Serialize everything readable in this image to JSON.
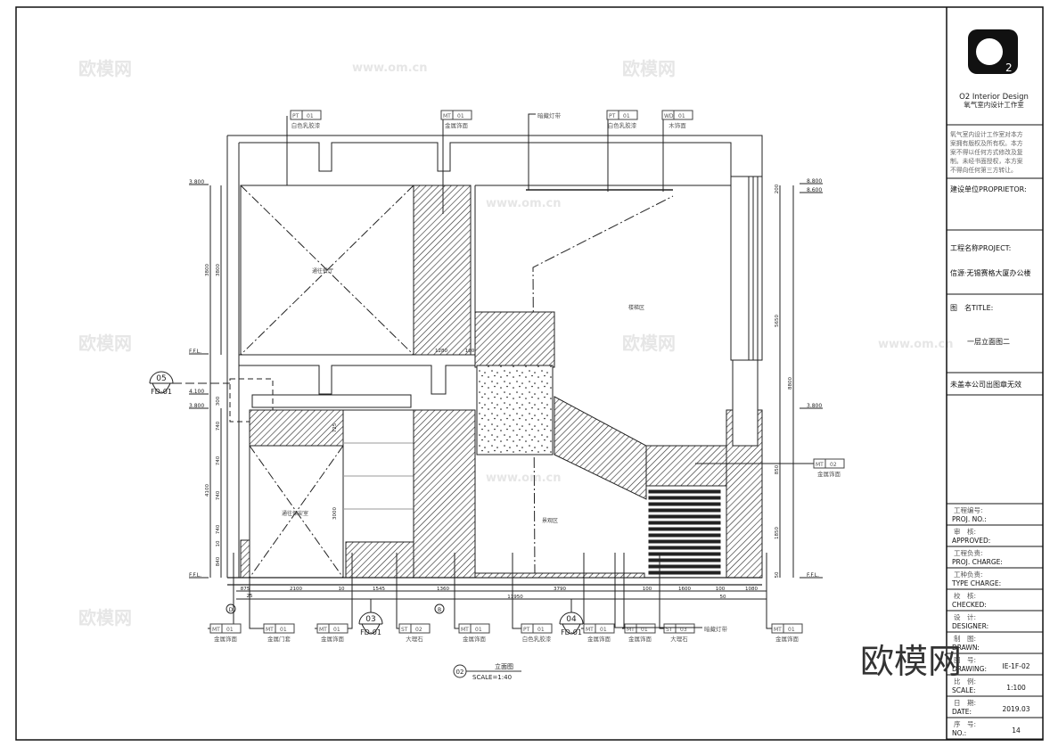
{
  "title_block": {
    "logo_text": "O2",
    "company_en": "O2 Interior Design",
    "company_cn": "氧气室内设计工作室",
    "copyright": [
      "氧气室内设计工作室对本方",
      "案拥有版权及所有权。本方",
      "案不得以任何方式修改及复",
      "制。未经书面授权，本方案",
      "不得向任何第三方转让。"
    ],
    "proprietor_label": "建设单位PROPRIETOR:",
    "project_label": "工程名称PROJECT:",
    "project_value": "信源·无锡赛格大厦办公楼",
    "title_label": "图　名TITLE:",
    "title_value": "一层立面图二",
    "stamp_note": "未盖本公司出图章无效",
    "rows": [
      {
        "cn": "工程编号:",
        "en": "PROJ. NO.:",
        "value": ""
      },
      {
        "cn": "审　核:",
        "en": "APPROVED:",
        "value": ""
      },
      {
        "cn": "工程负责:",
        "en": "PROJ. CHARGE:",
        "value": ""
      },
      {
        "cn": "工种负责:",
        "en": "TYPE CHARGE:",
        "value": ""
      },
      {
        "cn": "校　核:",
        "en": "CHECKED:",
        "value": ""
      },
      {
        "cn": "设　计:",
        "en": "DESIGNER:",
        "value": ""
      },
      {
        "cn": "制　图:",
        "en": "DRAWN:",
        "value": ""
      },
      {
        "cn": "图　号:",
        "en": "DRAWING:",
        "value": "IE-1F-02"
      },
      {
        "cn": "比　例:",
        "en": "SCALE:",
        "value": "1:100"
      },
      {
        "cn": "日　期:",
        "en": "DATE:",
        "value": "2019.03"
      },
      {
        "cn": "序　号:",
        "en": "NO.:",
        "value": "14"
      }
    ]
  },
  "drawing": {
    "caption": {
      "number": "02",
      "title": "立面图",
      "scale": "SCALE=1:40"
    },
    "rooms": [
      "通往餐厅",
      "楼梯区",
      "通往保安室",
      "景观区"
    ],
    "top_callouts": [
      {
        "code": "PT",
        "num": "01",
        "label": "白色乳胶漆"
      },
      {
        "code": "MT",
        "num": "01",
        "label": "金属饰面"
      },
      {
        "code": "",
        "num": "",
        "label": "暗藏灯带"
      },
      {
        "code": "PT",
        "num": "01",
        "label": "白色乳胶漆"
      },
      {
        "code": "WD",
        "num": "01",
        "label": "木饰面"
      }
    ],
    "right_callout": {
      "code": "MT",
      "num": "02",
      "label": "金属饰面"
    },
    "bottom_callouts": [
      {
        "code": "MT",
        "num": "01",
        "label": "金属饰面"
      },
      {
        "code": "MT",
        "num": "01",
        "label": "金属门套"
      },
      {
        "code": "MT",
        "num": "01",
        "label": "金属饰面"
      },
      {
        "code": "ST",
        "num": "02",
        "label": "大理石"
      },
      {
        "code": "MT",
        "num": "01",
        "label": "金属饰面"
      },
      {
        "code": "PT",
        "num": "01",
        "label": "白色乳胶漆"
      },
      {
        "code": "MT",
        "num": "01",
        "label": "金属饰面"
      },
      {
        "code": "MT",
        "num": "01",
        "label": "金属饰面"
      },
      {
        "code": "ST",
        "num": "03",
        "label": "大理石"
      },
      {
        "code": "",
        "num": "",
        "label": "暗藏灯带"
      },
      {
        "code": "MT",
        "num": "01",
        "label": "金属饰面"
      }
    ],
    "section_bubbles": [
      {
        "num": "03",
        "sheet": "FD-01"
      },
      {
        "num": "04",
        "sheet": "FD-01"
      },
      {
        "num": "05",
        "sheet": "FD-01"
      }
    ],
    "axis_marks": [
      "D",
      "B"
    ],
    "levels_left": [
      "3.800",
      "F.F.L.",
      "4.100",
      "3.800",
      "F.F.L."
    ],
    "levels_right": [
      "8.800",
      "8.600",
      "3.800",
      "F.F.L."
    ],
    "dims_left": [
      "3800",
      "3800",
      "300",
      "740",
      "740",
      "740",
      "740",
      "10",
      "840",
      "4100"
    ],
    "dims_right": [
      "200",
      "5650",
      "8800",
      "850",
      "1850",
      "50"
    ],
    "dims_bottom": [
      "875",
      "25",
      "2100",
      "10",
      "1545",
      "1360",
      "3790",
      "100",
      "1600",
      "100",
      "1080",
      "11950",
      "50"
    ],
    "dims_inner": [
      "1280",
      "100",
      "725",
      "3000"
    ]
  },
  "watermarks": {
    "cn": "欧模网",
    "url": "www.om.cn",
    "big": "欧模网"
  }
}
